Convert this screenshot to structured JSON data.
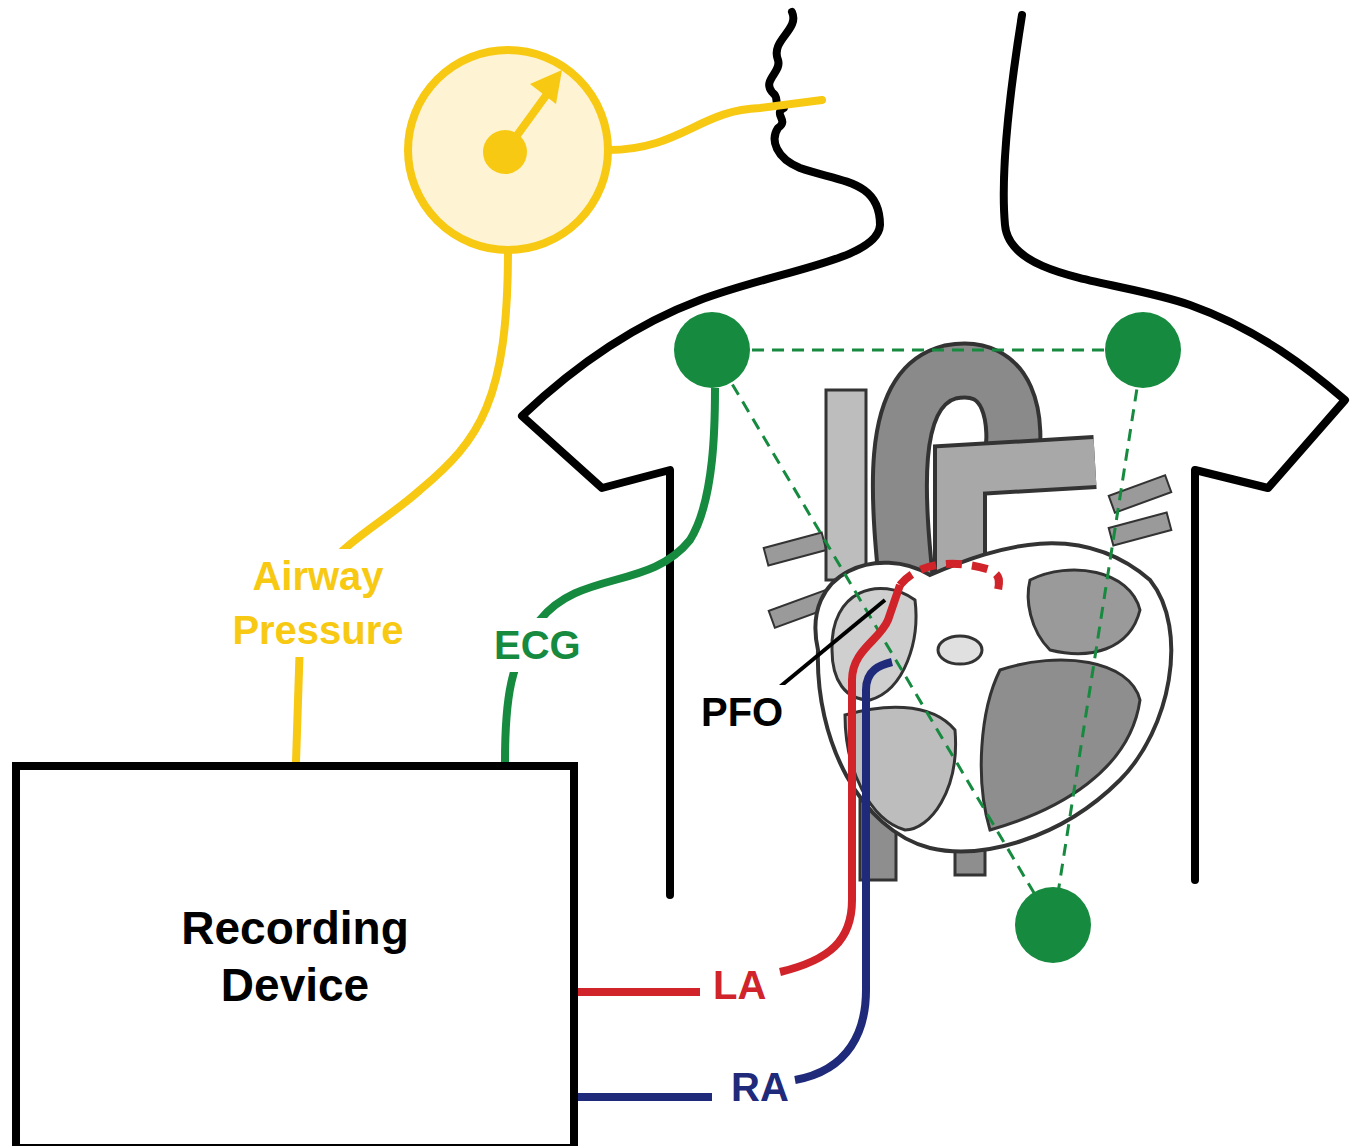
{
  "diagram": {
    "nodes": [
      {
        "text": [
          "Recording Device"
        ]
      }
    ],
    "labels": [
      "Airway Pressure",
      "ECG",
      "PFO",
      "LA",
      "RA"
    ]
  }
}
